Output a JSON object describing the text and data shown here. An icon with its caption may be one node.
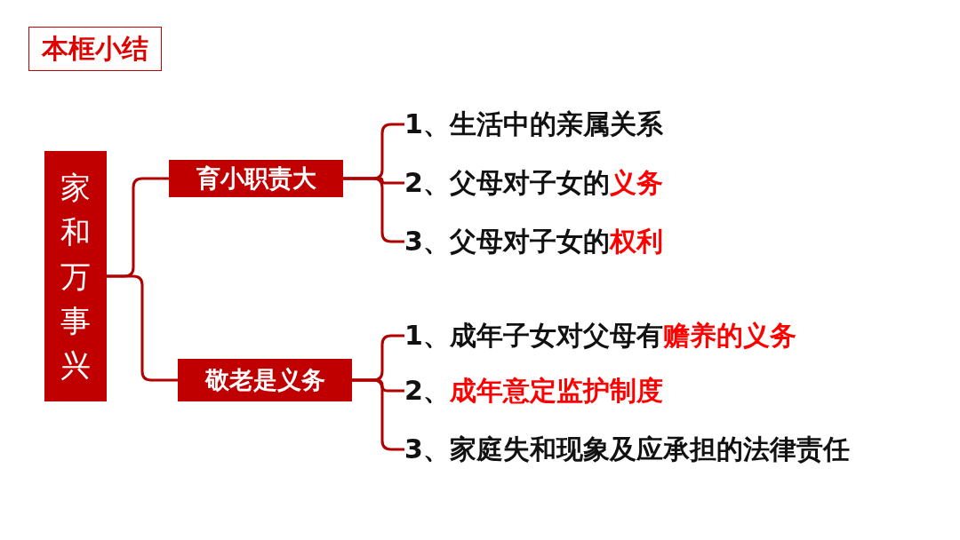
{
  "diagram": {
    "title": "本框小结",
    "nodes": [
      {
        "text": [
          "家和万事兴"
        ]
      },
      {
        "text": [
          "育小职责大"
        ]
      },
      {
        "text": [
          "1、生活中的亲属关系"
        ]
      },
      {
        "text": [
          "2、父母对子女的**义务**"
        ]
      },
      {
        "text": [
          "3、父母对子女的**权利**"
        ]
      },
      {
        "text": [
          "敬老是义务"
        ]
      },
      {
        "text": [
          "1、成年子女对父母有**赡养的义务**"
        ]
      },
      {
        "text": [
          "2、**成年意定监护制度**"
        ]
      },
      {
        "text": [
          "3、家庭失和现象及应承担的法律责任"
        ]
      }
    ],
    "edges": [
      {
        "from": 0,
        "to": 1,
        "arrow": "none"
      },
      {
        "from": 0,
        "to": 5,
        "arrow": "none"
      },
      {
        "from": 1,
        "to": 2,
        "arrow": "none"
      },
      {
        "from": 1,
        "to": 3,
        "arrow": "none"
      },
      {
        "from": 1,
        "to": 4,
        "arrow": "none"
      },
      {
        "from": 5,
        "to": 6,
        "arrow": "none"
      },
      {
        "from": 5,
        "to": 7,
        "arrow": "none"
      },
      {
        "from": 5,
        "to": 8,
        "arrow": "none"
      }
    ]
  }
}
